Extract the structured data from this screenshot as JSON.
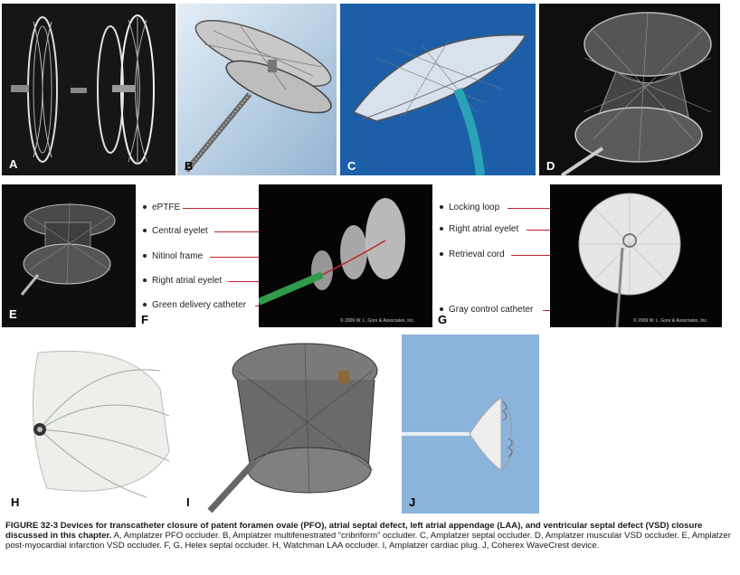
{
  "panels": {
    "a": {
      "label": "A"
    },
    "b": {
      "label": "B"
    },
    "c": {
      "label": "C"
    },
    "d": {
      "label": "D"
    },
    "e": {
      "label": "E"
    },
    "f": {
      "label": "F",
      "copyright": "© 2009 W. L. Gore & Associates, Inc."
    },
    "g": {
      "label": "G",
      "copyright": "© 2009 W. L. Gore & Associates, Inc."
    },
    "h": {
      "label": "H"
    },
    "i": {
      "label": "I"
    },
    "j": {
      "label": "J"
    }
  },
  "callouts_f": [
    "ePTFE",
    "Central eyelet",
    "Nitinol frame",
    "Right atrial eyelet",
    "Green delivery catheter"
  ],
  "callouts_g": [
    "Locking loop",
    "Right atrial eyelet",
    "Retrieval cord",
    "Gray control catheter"
  ],
  "caption": {
    "figure_label": "FIGURE 32-3",
    "title": "Devices for transcatheter closure of patent foramen ovale (PFO), atrial septal defect, left atrial appendage (LAA), and ventricular septal defect (VSD) closure discussed in this chapter.",
    "body": "A, Amplatzer PFO occluder. B, Amplatzer multifenestrated “cribriform” occluder. C, Amplatzer septal occluder. D, Amplatzer muscular VSD occluder. E, Amplatzer post-myocardial infarction VSD occluder. F, G, Helex septal occluder. H, Watchman LAA occluder. I, Amplatzer cardiac plug. J, Coherex WaveCrest device."
  },
  "colors": {
    "leader": "#c0252a",
    "panel_c_bg": "#1c5fa8",
    "panel_j_bg": "#8ab4dc"
  }
}
